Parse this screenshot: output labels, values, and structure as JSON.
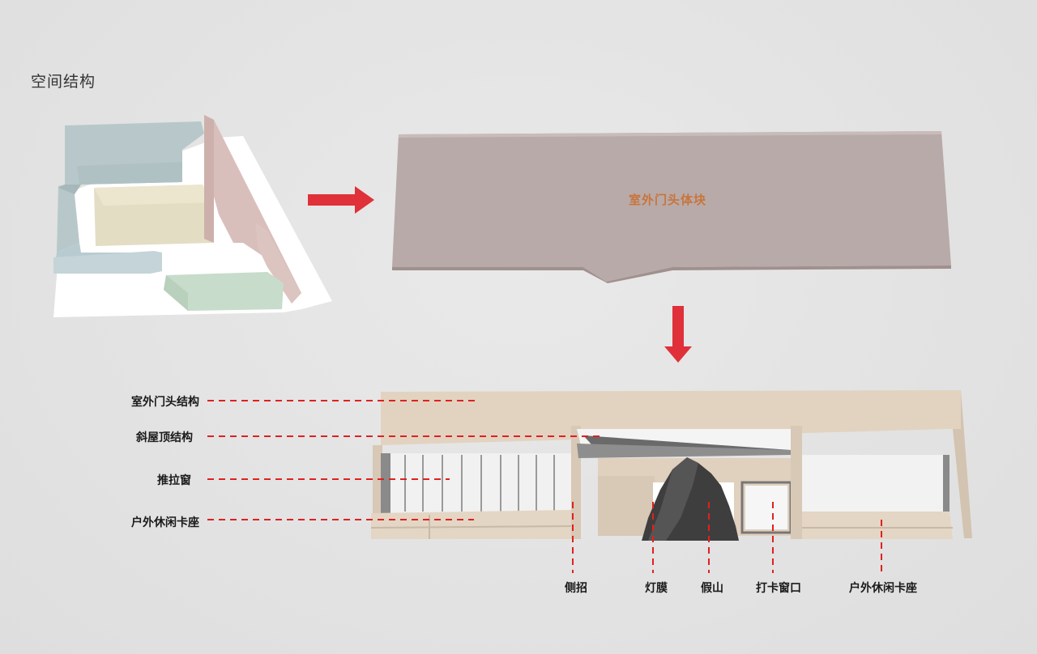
{
  "title": "空间结构",
  "block_label": "室外门头体块",
  "left_labels": [
    "室外门头结构",
    "斜屋顶结构",
    "推拉窗",
    "户外休闲卡座"
  ],
  "bottom_labels": [
    "侧招",
    "灯膜",
    "假山",
    "打卡窗口",
    "户外休闲卡座"
  ],
  "colors": {
    "arrow": "#e0303a",
    "block": "#b7a8a6",
    "facade": "#e1d2c0",
    "leader": "#e02020"
  }
}
